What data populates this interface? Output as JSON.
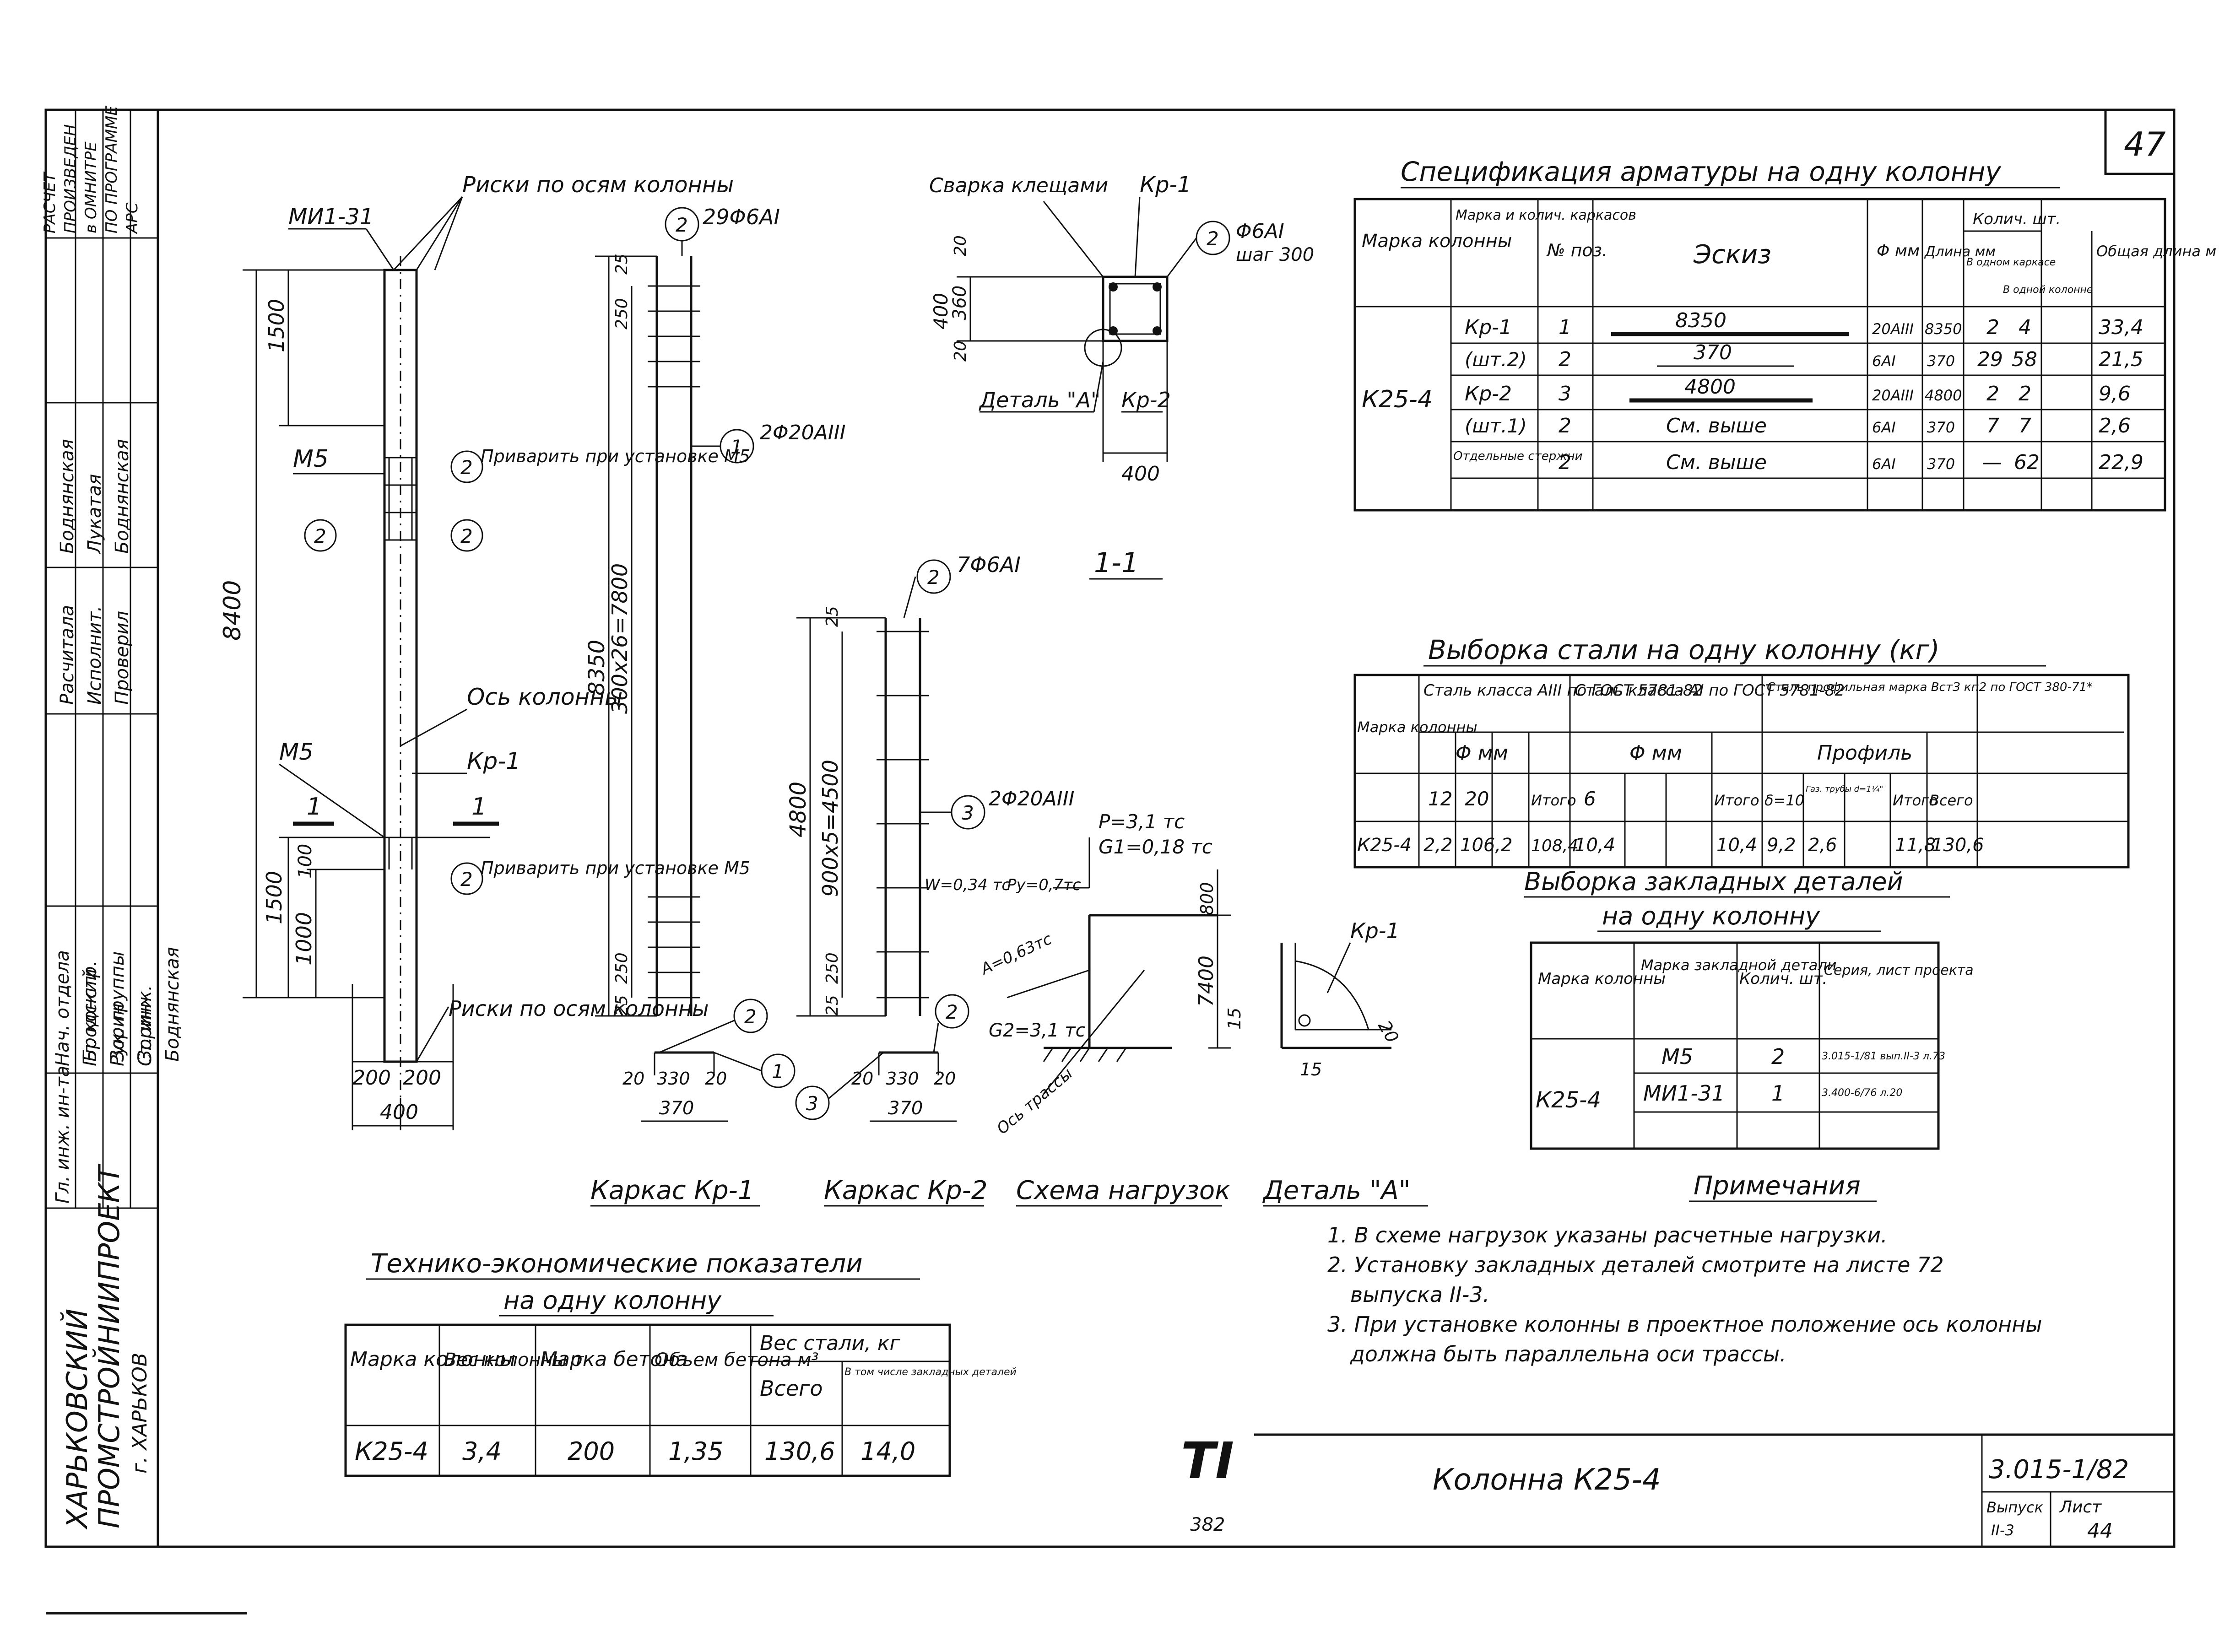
{
  "sheet_number": "47",
  "title_block": {
    "org_line1": "ХАРЬКОВСКИЙ",
    "org_line2": "ПРОМСТРОЙНИИПРОЕКТ",
    "org_line3": "г. ХАРЬКОВ",
    "drawing_title": "Колонна К25-4",
    "code": "3.015-1/82",
    "issue_label": "Выпуск",
    "issue_value": "II-3",
    "sheet_label": "Лист",
    "sheet_value": "44"
  },
  "side_stamp": {
    "calc_note": [
      "РАСЧЕТ",
      "ПРОИЗВЕДЕН",
      "в ОМНИТРЕ",
      "ПО ПРОГРАММЕ",
      "АРС"
    ],
    "roles": [
      "Гл. инж. ин-та",
      "Нач. отдела",
      "Гл. констр.",
      "Рук. группы",
      "Ст. инж."
    ],
    "names": [
      "Бродский",
      "Зорин",
      "Зорин",
      "Боднянская"
    ],
    "extra_roles": [
      "Расчитала",
      "Исполнит.",
      "Проверил"
    ],
    "extra_names": [
      "Боднянская",
      "Лукатая",
      "Боднянская"
    ]
  },
  "column_elevation": {
    "labels": {
      "mi131": "МИ1-31",
      "risks_top": "Риски по осям колонны",
      "m5_top": "М5",
      "weld_top": "Приварить при установке М5",
      "axis": "Ось колонны",
      "m5_bottom": "М5",
      "kr1": "Кр-1",
      "weld_bottom": "Приварить при установке М5",
      "risks_bottom": "Риски по осям колонны",
      "section": "1"
    },
    "dims": {
      "total": "8400",
      "top_part": "1500",
      "bottom_1500": "1500",
      "bottom_1000": "1000",
      "bottom_100": "100",
      "width_left": "200",
      "width_right": "200",
      "width_total": "400"
    },
    "callouts": [
      "2",
      "2",
      "2",
      "2"
    ]
  },
  "cage_kr1": {
    "caption": "Каркас Кр-1",
    "bar1_label": "2Φ20AIII",
    "bar2_label": "29Φ6AI",
    "dims": {
      "length": "8350",
      "pitch": "300x26=7800",
      "top25": "25",
      "top250": "250",
      "bot250": "250",
      "bot25": "25",
      "w20a": "20",
      "w330": "330",
      "w20b": "20",
      "w370": "370"
    },
    "callouts": [
      "2",
      "1",
      "2",
      "1"
    ]
  },
  "cage_kr2": {
    "caption": "Каркас Кр-2",
    "bar1_label": "2Φ20AIII",
    "bar2_label": "7Φ6AI",
    "dims": {
      "length": "4800",
      "pitch": "900x5=4500",
      "top25": "25",
      "bot250": "250",
      "bot25": "25",
      "w20a": "20",
      "w330": "330",
      "w20b": "20",
      "w370": "370"
    },
    "callouts": [
      "2",
      "3",
      "2",
      "3"
    ]
  },
  "section_11": {
    "caption": "1-1",
    "weld": "Сварка клещами",
    "kr1": "Кр-1",
    "kr2": "Кр-2",
    "bar_label": "Φ6AI",
    "bar_step": "шаг 300",
    "detail": "Деталь \"А\"",
    "dims": {
      "h400": "400",
      "h20a": "20",
      "h360": "360",
      "h20b": "20",
      "w400": "400"
    },
    "callout": "2"
  },
  "load_scheme": {
    "caption": "Схема нагрузок",
    "p": "P=3,1 тс",
    "g1": "G1=0,18 тс",
    "w": "W=0,34 тс",
    "py": "Py=0,7тс",
    "a": "A=0,63тс",
    "g2": "G2=3,1 тс",
    "axis": "Ось трассы",
    "dim800": "800",
    "dim7400": "7400"
  },
  "detail_a": {
    "caption": "Деталь \"А\"",
    "kr1": "Кр-1",
    "dim15a": "15",
    "dim15b": "15",
    "dim20": "20"
  },
  "spec_table": {
    "title": "Спецификация арматуры на одну колонну",
    "headers": [
      "Марка колонны",
      "Марка и колич. каркасов",
      "№ поз.",
      "Эскиз",
      "Φ мм",
      "Длина мм",
      "В одном каркасе",
      "В одной колонне",
      "Общая длина м"
    ],
    "qty_header": "Колич. шт.",
    "column_mark": "К25-4",
    "rows": [
      {
        "cage": "Кр-1",
        "pos": "1",
        "sketch": "8350",
        "dia": "20AIII",
        "len": "8350",
        "qc": "2",
        "qcol": "4",
        "total": "33,4"
      },
      {
        "cage": "(шт.2)",
        "pos": "2",
        "sketch": "370",
        "dia": "6AI",
        "len": "370",
        "qc": "29",
        "qcol": "58",
        "total": "21,5"
      },
      {
        "cage": "Кр-2",
        "pos": "3",
        "sketch": "4800",
        "dia": "20AIII",
        "len": "4800",
        "qc": "2",
        "qcol": "2",
        "total": "9,6"
      },
      {
        "cage": "(шт.1)",
        "pos": "2",
        "sketch": "См. выше",
        "dia": "6AI",
        "len": "370",
        "qc": "7",
        "qcol": "7",
        "total": "2,6"
      },
      {
        "cage": "Отдельные стержни",
        "pos": "2",
        "sketch": "См. выше",
        "dia": "6AI",
        "len": "370",
        "qc": "—",
        "qcol": "62",
        "total": "22,9"
      }
    ]
  },
  "steel_table": {
    "title": "Выборка стали на одну колонну (кг)",
    "mark_header": "Марка колонны",
    "group1": "Сталь класса AIII по ГОСТ 5781-82",
    "group2": "Сталь класса AI по ГОСТ 5781-82",
    "group3": "Сталь профильная марка ВстЗ кп2 по ГОСТ 380-71*",
    "dia_header": "Φ мм",
    "profile_header": "Профиль",
    "subheaders": [
      "12",
      "20",
      "",
      "Итого",
      "6",
      "",
      "",
      "Итого",
      "δ=10",
      "Газ. трубы d=1¼\"",
      "",
      "Итого",
      "Всего"
    ],
    "row": [
      "К25-4",
      "2,2",
      "106,2",
      "",
      "108,4",
      "10,4",
      "",
      "",
      "10,4",
      "9,2",
      "2,6",
      "",
      "11,8",
      "130,6"
    ]
  },
  "embedded_table": {
    "title_line1": "Выборка закладных деталей",
    "title_line2": "на одну колонну",
    "headers": [
      "Марка колонны",
      "Марка закладной детали",
      "Колич. шт.",
      "Серия, лист проекта"
    ],
    "column_mark": "К25-4",
    "rows": [
      {
        "mark": "М5",
        "qty": "2",
        "series": "3.015-1/81 вып.II-3 л.73"
      },
      {
        "mark": "МИ1-31",
        "qty": "1",
        "series": "3.400-6/76 л.20"
      }
    ]
  },
  "notes": {
    "title": "Примечания",
    "items": [
      "1. В схеме нагрузок указаны расчетные нагрузки.",
      "2. Установку закладных деталей смотрите на листе 72",
      "выпуска II-3.",
      "3. При установке колонны в проектное положение ось колонны",
      "должна быть параллельна оси трассы."
    ]
  },
  "tech_table": {
    "title_line1": "Технико-экономические показатели",
    "title_line2": "на одну колонну",
    "headers": [
      "Марка колонны",
      "Вес колонны т",
      "Марка бетона",
      "Объем бетона м³",
      "Всего",
      "В том числе закладных деталей"
    ],
    "steel_header": "Вес стали, кг",
    "row": [
      "К25-4",
      "3,4",
      "200",
      "1,35",
      "130,6",
      "14,0"
    ]
  },
  "stamp_fragment": {
    "top": "ТI",
    "bottom": "382"
  }
}
